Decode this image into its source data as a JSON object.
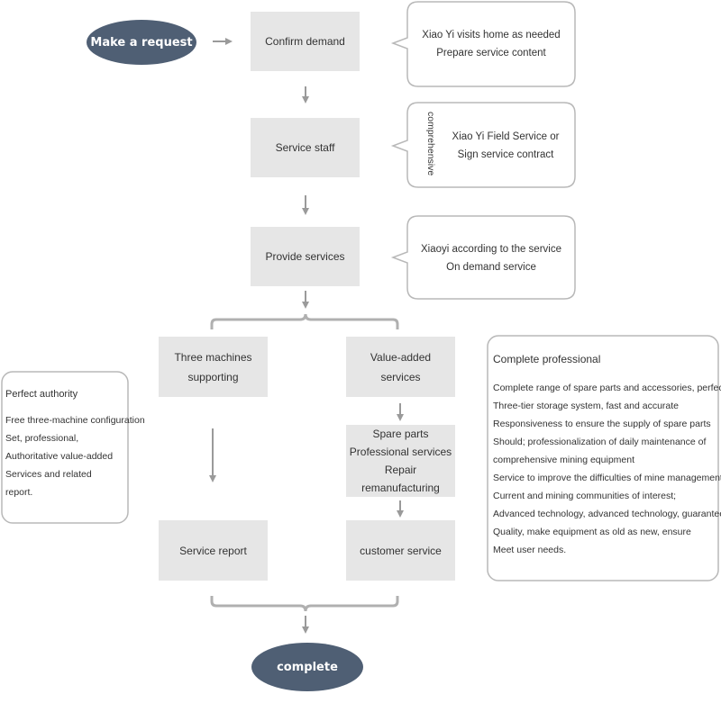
{
  "start": "Make a request",
  "end": "complete",
  "steps": {
    "confirm": "Confirm demand",
    "staff": "Service staff",
    "provide": "Provide services"
  },
  "callouts": {
    "confirm": [
      "Xiao Yi visits home as needed",
      "Prepare service content"
    ],
    "staff": [
      "Xiao Yi Field Service or",
      "Sign service contract"
    ],
    "staff_side": "comprehensive",
    "provide": [
      "Xiaoyi according to the service",
      "On demand service"
    ]
  },
  "branches": {
    "left": {
      "title": [
        "Three machines",
        "supporting"
      ],
      "end": "Service report"
    },
    "right": {
      "title": [
        "Value-added",
        "services"
      ],
      "middle": [
        "Spare parts",
        "Professional services",
        "Repair remanufacturing"
      ],
      "end": "customer service"
    }
  },
  "panels": {
    "left": {
      "title": "Perfect authority",
      "lines": [
        "Free three-machine configuration",
        "Set, professional,",
        "Authoritative value-added",
        "Services and related",
        "report."
      ]
    },
    "right": {
      "title": "Complete professional",
      "lines": [
        "Complete range of spare parts and accessories, perfect",
        "Three-tier storage system, fast and accurate",
        "Responsiveness to ensure the supply of spare parts",
        "Should; professionalization of daily maintenance of",
        "comprehensive mining equipment",
        "Service to improve the difficulties of mine management",
        "Current and mining communities of interest;",
        "Advanced technology, advanced technology, guarantee",
        "Quality, make equipment as old as new, ensure",
        "Meet user needs."
      ]
    }
  },
  "colors": {
    "oval": "#4f5f74",
    "box": "#e6e6e6",
    "outline": "#b8b8b8",
    "arrow": "#9a9a9a"
  }
}
